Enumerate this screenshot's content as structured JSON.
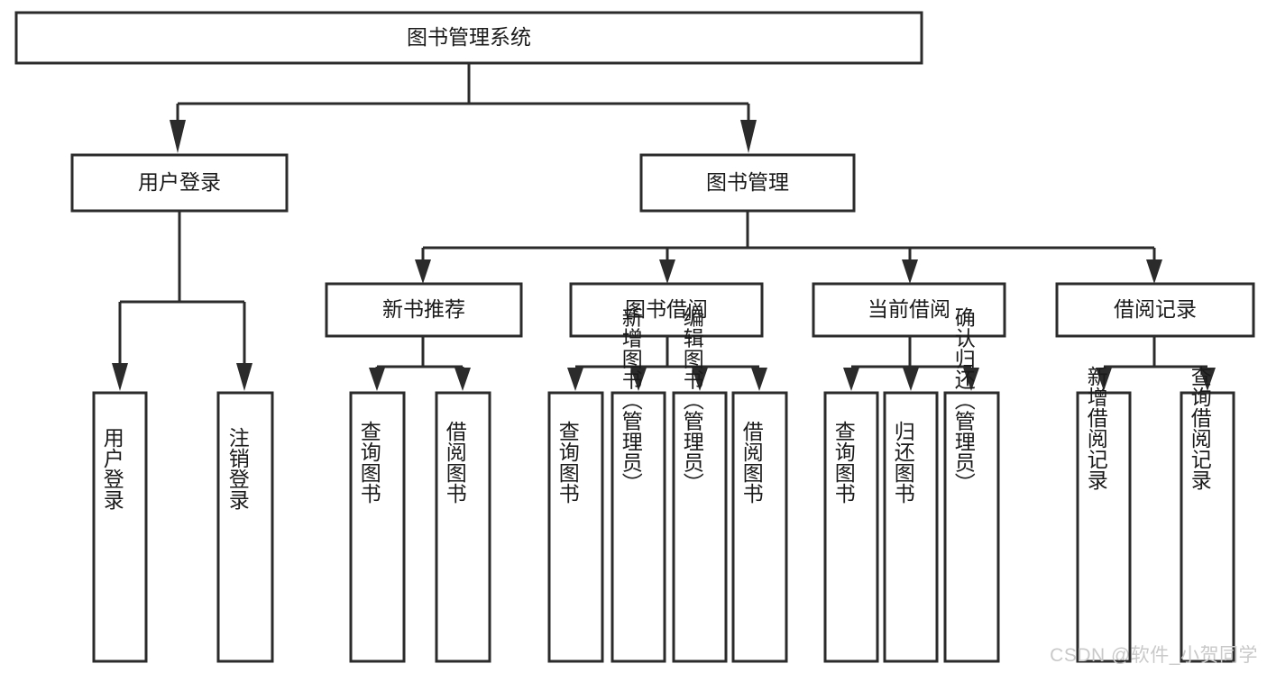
{
  "diagram": {
    "type": "tree",
    "title": "图书管理系统",
    "orientation": "top-down",
    "colors": {
      "box_fill": "#ffffff",
      "box_stroke": "#2b2b2b",
      "text": "#1a1a1a",
      "background": "#ffffff",
      "watermark": "#c9c9c9"
    },
    "root": {
      "label": "图书管理系统"
    },
    "level1": [
      {
        "label": "用户登录"
      },
      {
        "label": "图书管理"
      }
    ],
    "level2": [
      {
        "label": "新书推荐"
      },
      {
        "label": "图书借阅"
      },
      {
        "label": "当前借阅"
      },
      {
        "label": "借阅记录"
      }
    ],
    "leaves": {
      "user_login": [
        {
          "label": "用户登录"
        },
        {
          "label": "注销登录"
        }
      ],
      "new_book_recommend": [
        {
          "label": "查询图书"
        },
        {
          "label": "借阅图书"
        }
      ],
      "book_borrow": [
        {
          "label": "查询图书"
        },
        {
          "label": "新增图书（管理员）"
        },
        {
          "label": "编辑图书（管理员）"
        },
        {
          "label": "借阅图书"
        }
      ],
      "current_borrow": [
        {
          "label": "查询图书"
        },
        {
          "label": "归还图书"
        },
        {
          "label": "确认归还（管理员）"
        }
      ],
      "borrow_record": [
        {
          "label": "新增借阅记录"
        },
        {
          "label": "查询借阅记录"
        }
      ]
    },
    "watermark": "CSDN @软件_小贺同学"
  }
}
